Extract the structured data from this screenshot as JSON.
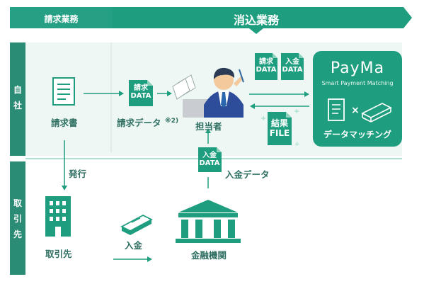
{
  "header": {
    "left_tab": "請求業務",
    "main_title": "消込業務"
  },
  "sections": {
    "own_company": [
      "自",
      "社"
    ],
    "business_partner": [
      "取",
      "引",
      "先"
    ]
  },
  "labels": {
    "invoice": "請求書",
    "invoice_data": "請求データ",
    "note_ref": "※2)",
    "person_in_charge": "担当者",
    "issue": "発行",
    "deposit_data": "入金データ",
    "partner": "取引先",
    "deposit": "入金",
    "bank": "金融機関"
  },
  "docs": {
    "invoice_data_doc": [
      "請求",
      "DATA"
    ],
    "invoice_data_doc2": [
      "請求",
      "DATA"
    ],
    "deposit_data_doc": [
      "入金",
      "DATA"
    ],
    "deposit_data_doc_up": [
      "入金",
      "DATA"
    ],
    "result_file": [
      "結果",
      "FILE"
    ]
  },
  "payma": {
    "logo": "PayMa",
    "tagline": "Smart Payment Matching",
    "caption": "データマッチング"
  },
  "colors": {
    "brand_green": "#1f9e7f",
    "dark_teal": "#267a67",
    "light_bg": "#e8f5f0"
  }
}
